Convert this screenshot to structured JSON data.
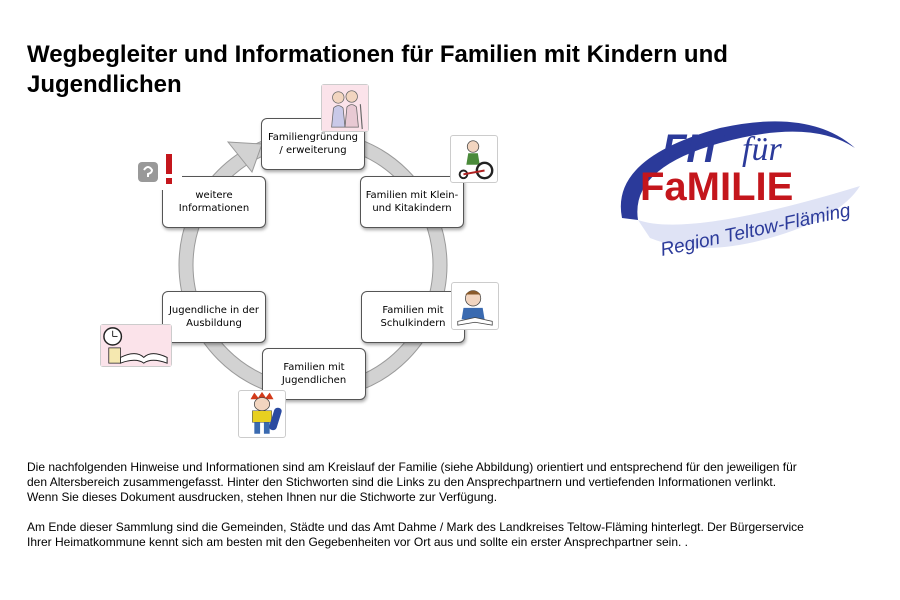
{
  "page": {
    "title": "Wegbegleiter und Informationen für Familien mit Kindern und Jugendlichen"
  },
  "cycle": {
    "nodes": [
      {
        "line1": "Familiengründung",
        "line2": "/ erweiterung"
      },
      {
        "line1": "Familien mit Klein-",
        "line2": "und Kitakindern"
      },
      {
        "line1": "Familien mit",
        "line2": "Schulkindern"
      },
      {
        "line1": "Familien mit",
        "line2": "Jugendlichen"
      },
      {
        "line1": "Jugendliche in der",
        "line2": "Ausbildung"
      },
      {
        "line1": "weitere",
        "line2": "Informationen"
      }
    ],
    "icons": [
      "grandparents-icon",
      "tricycle-child-icon",
      "schoolchild-reading-icon",
      "teenager-skateboard-icon",
      "clock-book-icon",
      "question-exclamation-icon"
    ]
  },
  "logo": {
    "line1": "FIT",
    "line1b": "für",
    "line2": "FaMILIE",
    "line3": "Region Teltow-Fläming",
    "colors": {
      "blue": "#2b3a9a",
      "red": "#c4161c"
    }
  },
  "text": {
    "p1_l1": "Die nachfolgenden Hinweise und Informationen sind am Kreislauf der Familie (siehe Abbildung) orientiert und entsprechend für den jeweiligen für",
    "p1_l2": "den Altersbereich zusammengefasst. Hinter den Stichworten sind die Links zu den Ansprechpartnern und vertiefenden Informationen verlinkt.",
    "p1_l3": "Wenn Sie dieses Dokument ausdrucken, stehen Ihnen nur die Stichworte zur Verfügung.",
    "p2_l1": "Am Ende dieser Sammlung sind die Gemeinden, Städte und das Amt Dahme / Mark des Landkreises Teltow-Fläming hinterlegt. Der Bürgerservice",
    "p2_l2": "Ihrer Heimatkommune kennt sich am besten mit den Gegebenheiten vor Ort aus und sollte ein erster Ansprechpartner sein. ."
  }
}
